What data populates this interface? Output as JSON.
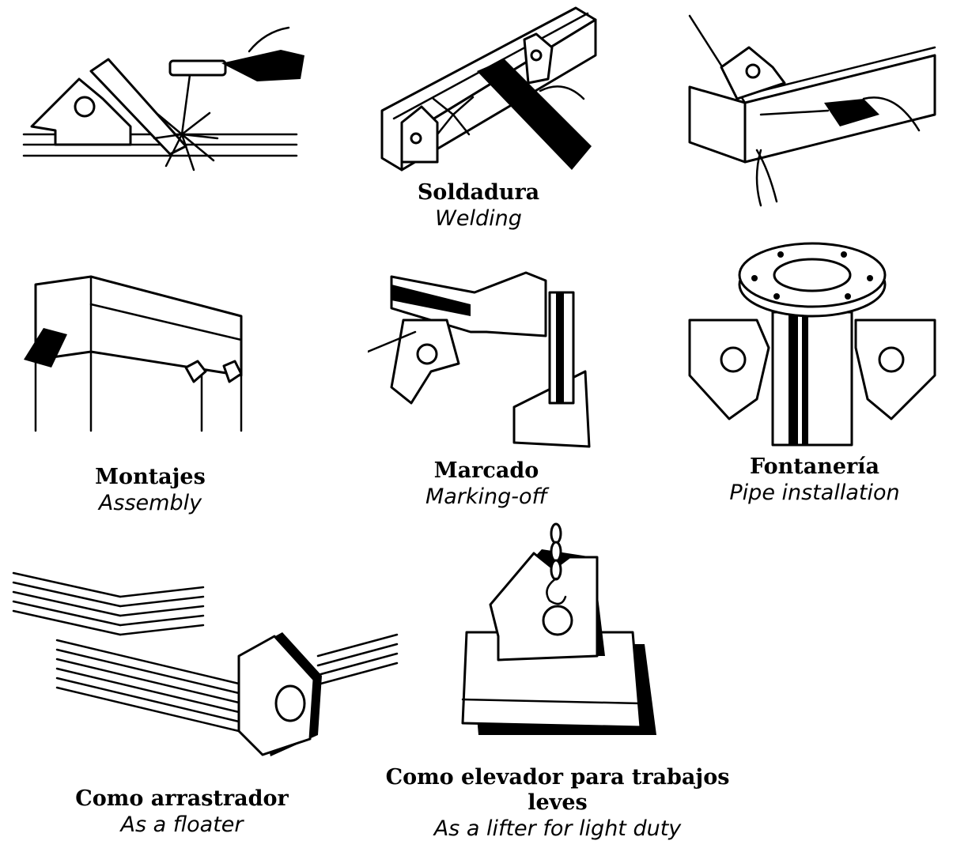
{
  "panels": [
    {
      "id": "welding-left"
    },
    {
      "id": "welding-center",
      "caption_es": "Soldadura",
      "caption_en": "Welding"
    },
    {
      "id": "welding-right"
    },
    {
      "id": "assembly",
      "caption_es": "Montajes",
      "caption_en": "Assembly"
    },
    {
      "id": "marking",
      "caption_es": "Marcado",
      "caption_en": "Marking-off"
    },
    {
      "id": "pipe",
      "caption_es": "Fontanería",
      "caption_en": "Pipe installation"
    },
    {
      "id": "floater",
      "caption_es": "Como arrastrador",
      "caption_en": "As a floater"
    },
    {
      "id": "lifter",
      "caption_es": "Como elevador para trabajos leves",
      "caption_en": "As a lifter for light duty"
    }
  ],
  "colors": {
    "ink": "#000000",
    "paper": "#ffffff"
  }
}
